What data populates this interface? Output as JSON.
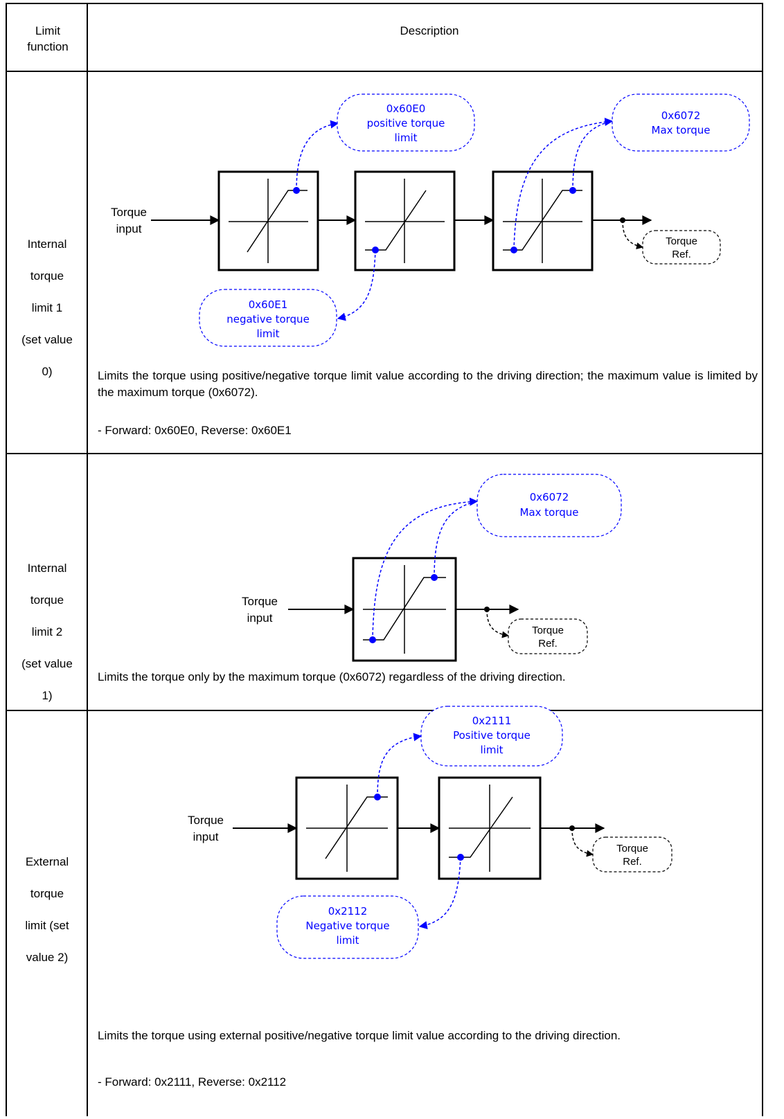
{
  "table": {
    "headers": [
      "Limit function",
      "Description"
    ],
    "rows": [
      {
        "function": "Internal torque limit 1 (set value 0)",
        "function_lines": [
          "Internal",
          "torque",
          "limit 1",
          "(set value",
          "0)"
        ],
        "diagram": {
          "input_lines": [
            "Torque",
            "input"
          ],
          "output_lines": [
            "Torque",
            "Ref."
          ],
          "annotations": [
            {
              "lines": [
                "0x60E0",
                "positive torque",
                "limit"
              ]
            },
            {
              "lines": [
                "0x6072",
                "Max torque"
              ]
            },
            {
              "lines": [
                "0x60E1",
                "negative torque",
                "limit"
              ]
            }
          ]
        },
        "paragraphs": [
          "Limits the torque using positive/negative torque limit value according to the driving direction; the maximum value is limited by the maximum torque (0x6072).",
          "- Forward: 0x60E0, Reverse: 0x60E1"
        ]
      },
      {
        "function": "Internal torque limit 2 (set value 1)",
        "function_lines": [
          "Internal",
          "torque",
          "limit 2",
          "(set value",
          "1)"
        ],
        "diagram": {
          "input_lines": [
            "Torque",
            "input"
          ],
          "output_lines": [
            "Torque",
            "Ref."
          ],
          "annotations": [
            {
              "lines": [
                "0x6072",
                "Max torque"
              ]
            }
          ]
        },
        "paragraphs": [
          "Limits the torque only by the maximum torque (0x6072) regardless of the driving direction."
        ]
      },
      {
        "function": "External torque limit (set value 2)",
        "function_lines": [
          "External",
          "torque",
          "limit (set",
          "value 2)"
        ],
        "diagram": {
          "input_lines": [
            "Torque",
            "input"
          ],
          "output_lines": [
            "Torque",
            "Ref."
          ],
          "annotations": [
            {
              "lines": [
                "0x2111",
                "Positive torque",
                "limit"
              ]
            },
            {
              "lines": [
                "0x2112",
                "Negative torque",
                "limit"
              ]
            }
          ]
        },
        "paragraphs": [
          "Limits the torque using external positive/negative torque limit value according to the driving direction.",
          "- Forward: 0x2111, Reverse: 0x2112"
        ]
      }
    ]
  },
  "colors": {
    "annotation_text": "#0000ff",
    "annotation_border": "#0000ff",
    "line": "#000000"
  }
}
